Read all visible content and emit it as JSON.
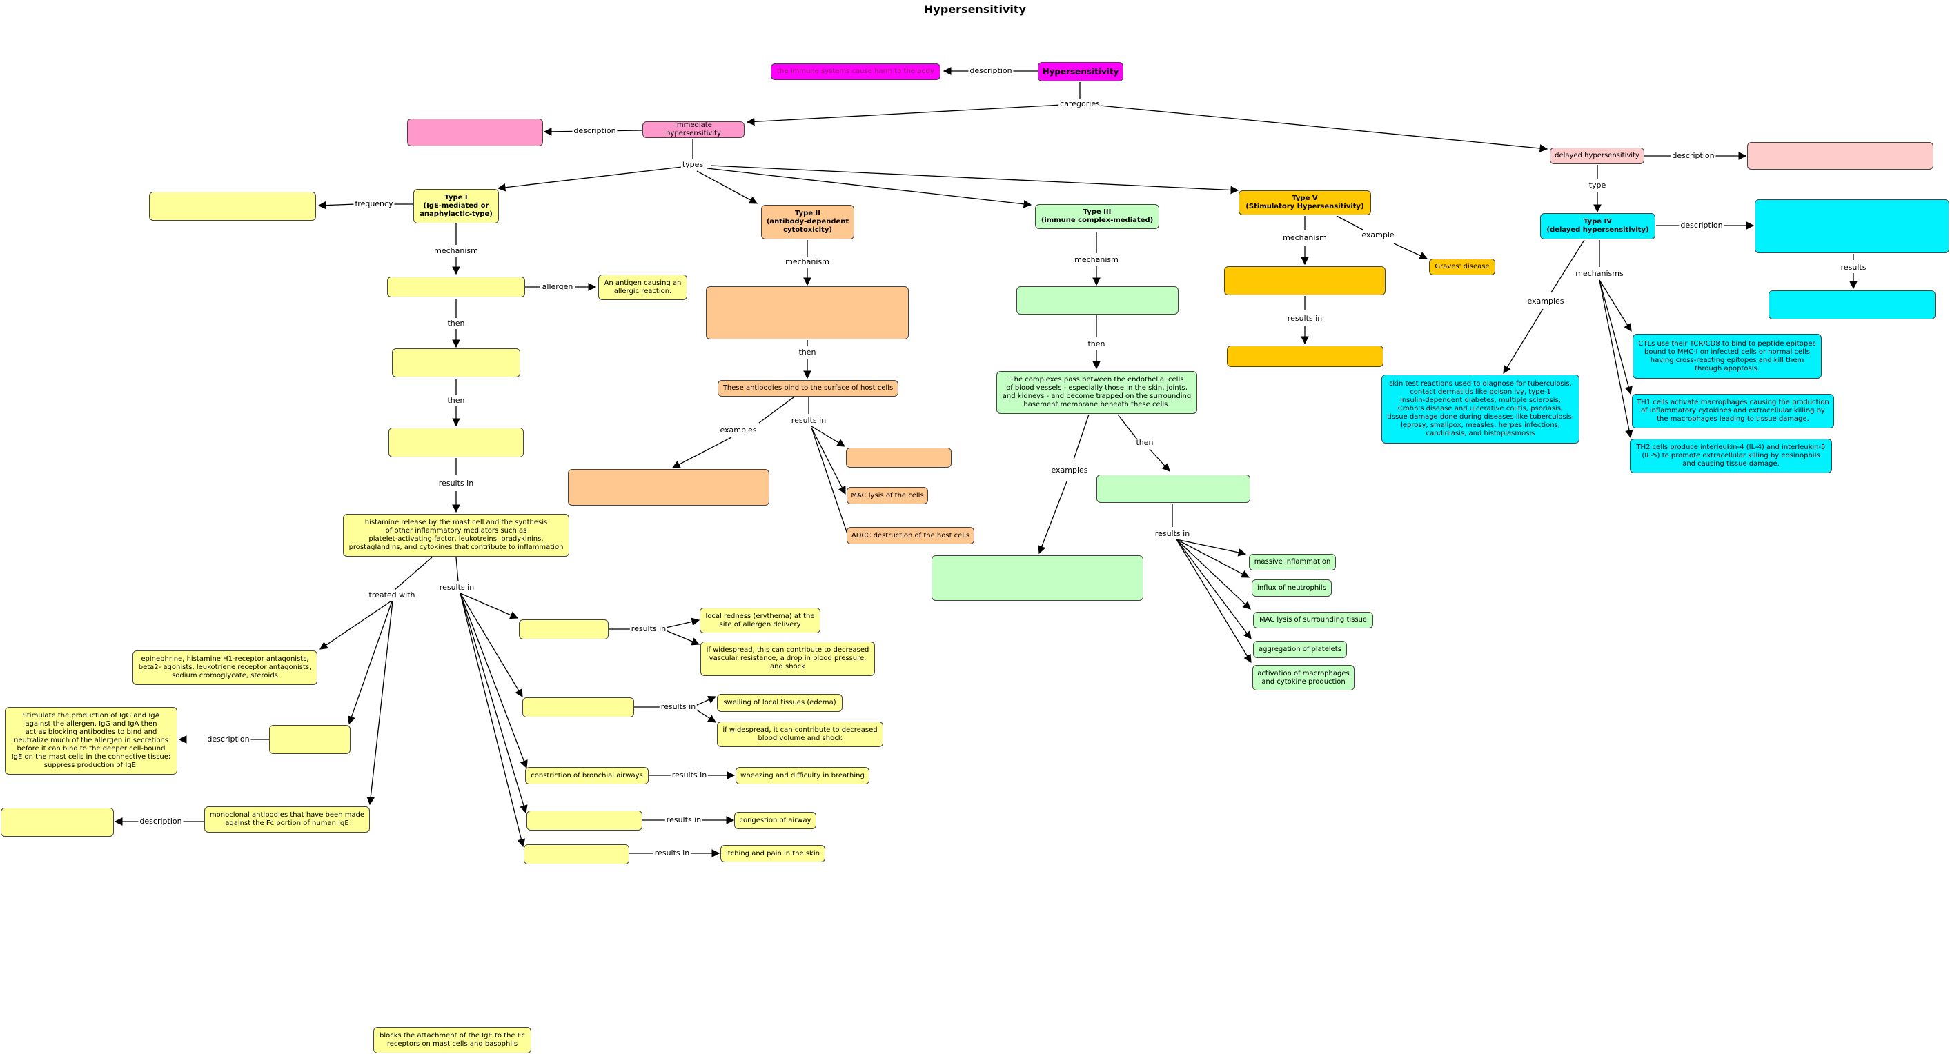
{
  "title": "Hypersensitivity",
  "colors": {
    "yellow": "#ffff99",
    "orange": "#ffc891",
    "green": "#c4ffc4",
    "gold": "#ffc800",
    "cyan": "#00f2ff",
    "magenta": "#ff00ff",
    "pink": "#ff99cc",
    "light_pink": "#ffcccc"
  },
  "nodes": {
    "hypersensitivity": "Hypersensitivity",
    "immune_harm": "the immune systems cause harm to the body",
    "immediate": "immediate hypersensitivity",
    "immediate_desc": "",
    "delayed": "delayed hypersensitivity",
    "delayed_desc": "",
    "type1": "Type I\n(IgE-mediated or\nanaphylactic-type)",
    "type1_freq": "",
    "type1_mech": "",
    "antigen": "An antigen causing an\nallergic reaction.",
    "type1_then1": "",
    "type1_then2": "",
    "histamine": "histamine release by the mast cell and the synthesis\nof other inflammatory mediators such as\nplatelet-activating factor, leukotreins, bradykinins,\nprostaglandins, and cytokines that contribute to inflammation",
    "treat_drugs": "epinephrine, histamine H1-receptor antagonists,\nbeta2- agonists, leukotriene receptor antagonists,\nsodium cromoglycate, steroids",
    "treat_desensitization": "",
    "desensitization_desc": "Stimulate the production of IgG and IgA\nagainst the allergen. IgG and IgA then\nact as blocking antibodies to bind and\nneutralize much of the allergen in secretions\nbefore it can bind to the deeper cell-bound\nIgE on the mast cells in the connective tissue;\nsuppress production of IgE.",
    "monoclonal": "monoclonal antibodies that have been made\nagainst the Fc portion of human IgE",
    "monoclonal_desc": "",
    "blocks": "blocks the attachment of the IgE to the Fc\nreceptors on mast cells and basophils",
    "r1": "",
    "redness": "local redness (erythema) at the\nsite of allergen delivery",
    "vascular": "if widespread, this can contribute to decreased\nvascular resistance, a drop in blood pressure,\nand shock",
    "r2": "",
    "swelling": "swelling of local tissues (edema)",
    "blood_volume": "if widespread, it can contribute to decreased\nblood volume and shock",
    "bronchial": "constriction of bronchial airways",
    "wheezing": "wheezing and difficulty in breathing",
    "r4": "",
    "congestion": "congestion of airway",
    "r5": "",
    "itching": "itching and pain in the skin",
    "type2": "Type II\n(antibody-dependent\ncytotoxicity)",
    "type2_mech": "",
    "antibodies_bind": "These antibodies bind to the surface of host cells",
    "type2_examples": "",
    "type2_r1": "",
    "mac_lysis_cells": "MAC lysis of the cells",
    "adcc": "ADCC destruction of the host cells",
    "type3": "Type III\n(immune complex-mediated)",
    "type3_mech": "",
    "complexes": "The complexes pass between the endothelial cells\nof blood vessels - especially those in the skin, joints,\nand kidneys - and become trapped on the surrounding\nbasement membrane beneath these cells.",
    "type3_then": "",
    "type3_examples": "",
    "massive": "massive inflammation",
    "neutrophils": "influx of neutrophils",
    "mac_lysis_tissue": "MAC lysis of surrounding tissue",
    "platelets": "aggregation of platelets",
    "macrophages": "activation of macrophages\nand cytokine production",
    "type5": "Type V\n(Stimulatory Hypersensitivity)",
    "graves": "Graves' disease",
    "type5_mech": "",
    "type5_result": "",
    "type4": "Type IV\n(delayed hypersensitivity)",
    "type4_desc": "",
    "type4_result": "",
    "skin_tests": "skin test reactions used to diagnose for tuberculosis,\ncontact dermatitis like poison ivy, type-1\ninsulin-dependent diabetes, multiple sclerosis,\nCrohn's disease and ulcerative colitis, psoriasis,\ntissue damage done during diseases like tuberculosis,\nleprosy, smallpox, measles, herpes infections,\ncandidiasis, and histoplasmosis",
    "ctl": "CTLs use their TCR/CD8 to bind to peptide epitopes\nbound to MHC-I on infected cells or normal cells\nhaving cross-reacting epitopes and kill them\nthrough apoptosis.",
    "th1": "TH1 cells activate macrophages causing the production\nof inflammatory cytokines and extracellular killing by\nthe macrophages leading to tissue damage.",
    "th2": "TH2 cells produce interleukin-4 (IL-4) and interleukin-5\n(IL-5) to promote extracellular killing by eosinophils\nand causing tissue damage."
  },
  "links": {
    "description": "description",
    "categories": "categories",
    "types": "types",
    "frequency": "frequency",
    "mechanism": "mechanism",
    "allergen": "allergen",
    "then": "then",
    "results_in": "results in",
    "treated_with": "treated with",
    "examples": "examples",
    "example": "example",
    "type": "type",
    "mechanisms": "mechanisms",
    "results": "results"
  }
}
